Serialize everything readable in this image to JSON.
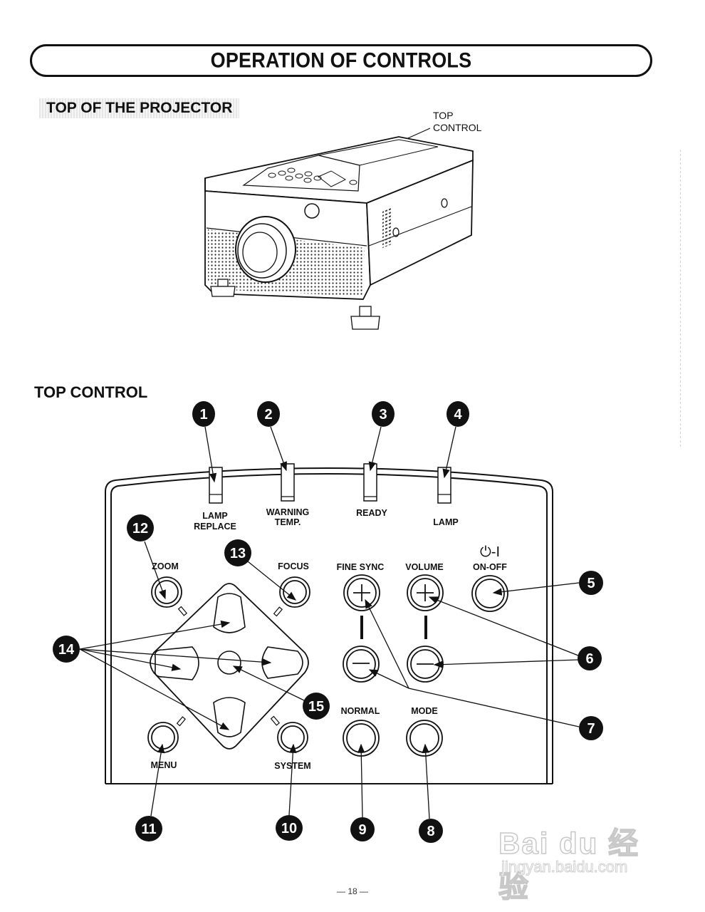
{
  "page": {
    "title": "OPERATION OF CONTROLS",
    "section_heading": "TOP OF THE PROJECTOR",
    "callout": {
      "line1": "TOP",
      "line2": "CONTROL"
    },
    "subsection_heading": "TOP CONTROL",
    "page_number": "— 18 —"
  },
  "indicators": [
    {
      "number": "1",
      "label_line1": "LAMP",
      "label_line2": "REPLACE"
    },
    {
      "number": "2",
      "label_line1": "WARNING",
      "label_line2": "TEMP."
    },
    {
      "number": "3",
      "label_line1": "READY",
      "label_line2": ""
    },
    {
      "number": "4",
      "label_line1": "LAMP",
      "label_line2": ""
    }
  ],
  "buttons": {
    "zoom": {
      "label": "ZOOM",
      "number": "12"
    },
    "focus": {
      "label": "FOCUS",
      "number": "13"
    },
    "fine_sync": {
      "label": "FINE SYNC",
      "number": "7",
      "plus": "+",
      "minus": "−"
    },
    "volume": {
      "label": "VOLUME",
      "number": "6",
      "plus": "+",
      "minus": "−"
    },
    "on_off": {
      "label": "ON-OFF",
      "symbol": "⏻-I",
      "number": "5"
    },
    "normal": {
      "label": "NORMAL",
      "number": "9"
    },
    "mode": {
      "label": "MODE",
      "number": "8"
    },
    "menu": {
      "label": "MENU",
      "number": "11"
    },
    "system": {
      "label": "SYSTEM",
      "number": "10"
    },
    "point_buttons": {
      "number": "14"
    },
    "select_button": {
      "number": "15"
    }
  },
  "watermark": {
    "brand": "Bai du 经验",
    "url": "jingyan.baidu.com"
  }
}
